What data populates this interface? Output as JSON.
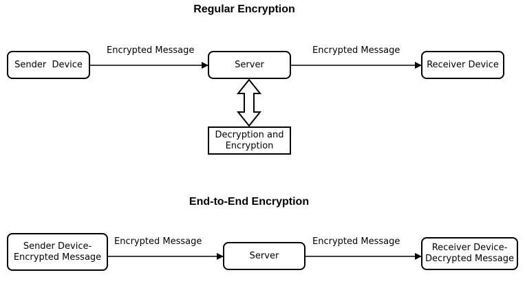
{
  "regular": {
    "title": "Regular Encryption",
    "sender": "Sender  Device",
    "server": "Server",
    "receiver": "Receiver Device",
    "processing": "Decryption and Encryption",
    "edge_label_1": "Encrypted Message",
    "edge_label_2": "Encrypted Message"
  },
  "e2e": {
    "title": "End-to-End Encryption",
    "sender": "Sender  Device-Encrypted Message",
    "server": "Server",
    "receiver": "Receiver Device-Decrypted Message",
    "edge_label_1": "Encrypted Message",
    "edge_label_2": "Encrypted Message"
  }
}
